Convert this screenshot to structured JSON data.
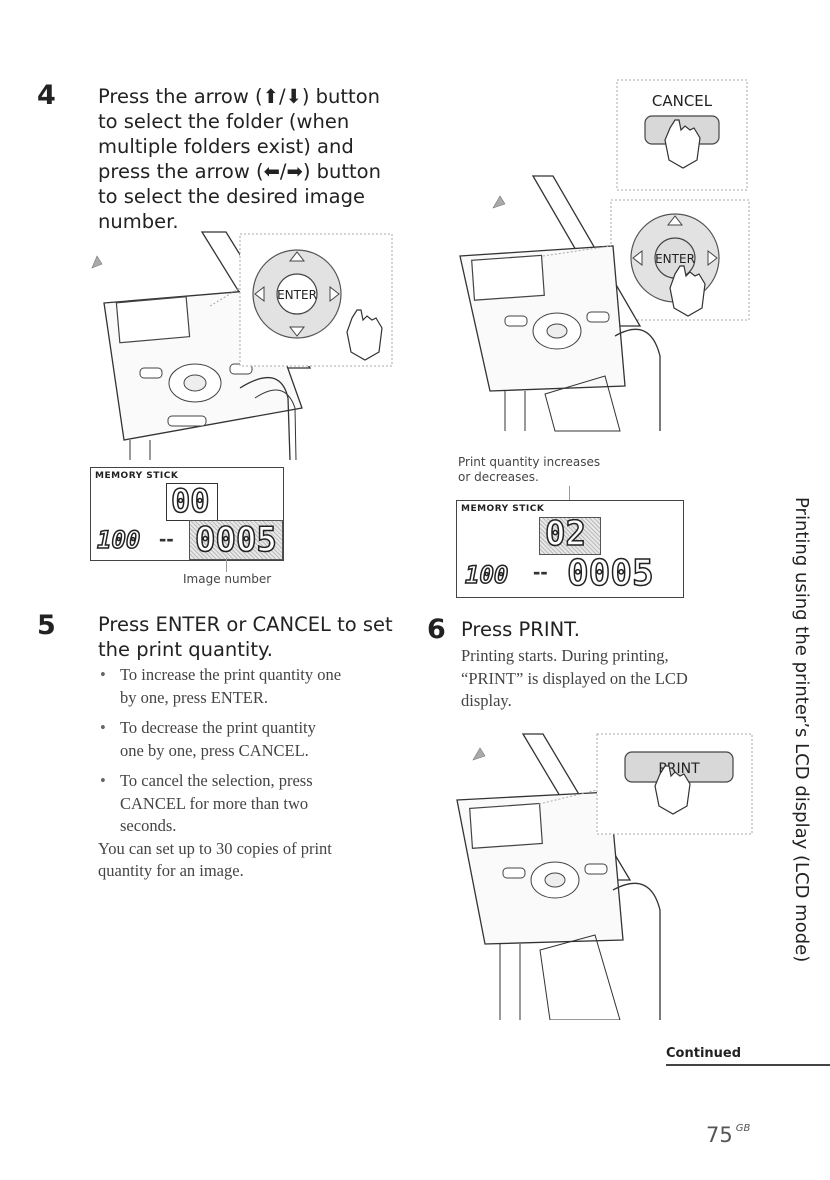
{
  "step4": {
    "number": "4",
    "heading": [
      "Press the arrow (⬆/⬇) button",
      "to select the folder (when",
      "multiple folders exist) and",
      "press the arrow (⬅/➡) button",
      "to select the desired image",
      "number."
    ],
    "enter_label": "ENTER",
    "lcd": {
      "memory_label": "MEMORY STICK",
      "top_value": "00",
      "folder": "100",
      "dash": "--",
      "image": "0005"
    },
    "caption": "Image number"
  },
  "step5": {
    "number": "5",
    "heading": [
      "Press ENTER or CANCEL to set",
      "the print quantity."
    ],
    "bullets": [
      [
        "To increase the print quantity one",
        "by one, press ENTER."
      ],
      [
        "To decrease the print quantity",
        "one by one, press CANCEL."
      ],
      [
        "To cancel the selection, press",
        "CANCEL for more than two",
        "seconds."
      ]
    ],
    "note": [
      "You can set up to 30 copies of print",
      "quantity for an image."
    ]
  },
  "right_top": {
    "cancel_label": "CANCEL",
    "enter_label": "ENTER",
    "caption": [
      "Print quantity increases",
      "or decreases."
    ],
    "lcd": {
      "memory_label": "MEMORY STICK",
      "top_value": "02",
      "folder": "100",
      "dash": "--",
      "image": "0005"
    }
  },
  "step6": {
    "number": "6",
    "heading": "Press PRINT.",
    "body": [
      "Printing starts. During printing,",
      "“PRINT” is displayed on the LCD",
      "display."
    ],
    "print_label": "PRINT"
  },
  "side_tab": "Printing using the printer’s LCD display (LCD mode)",
  "footer": {
    "continued": "Continued",
    "page": "75",
    "suffix": "GB"
  }
}
